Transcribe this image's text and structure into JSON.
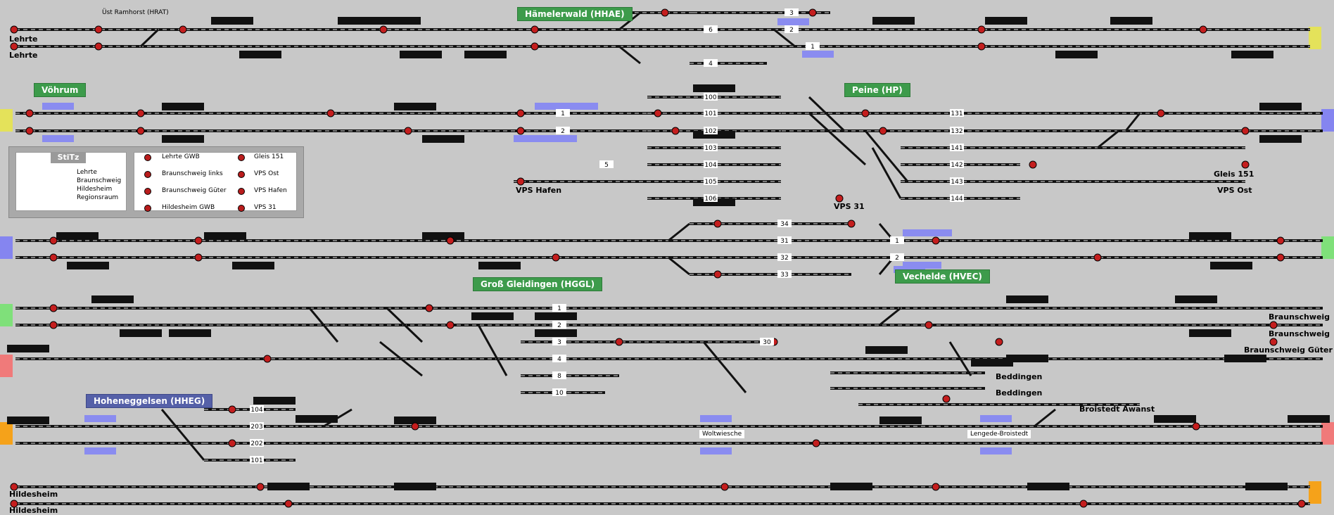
{
  "colors": {
    "background": "#c8c8c8",
    "track": "#111111",
    "station_box": "#3d9b4b",
    "station_box_alt": "#5560a8",
    "signal_red": "#c41e1e",
    "block_overlay": "#8a8cf0",
    "yellow_end": "#e4e25a",
    "green_end": "#7fe07a",
    "red_end": "#f07a7a",
    "orange_end": "#f5a21a",
    "purple_end": "#8585f0"
  },
  "stations": {
    "ramhorst": "Üst Ramhorst (HRAT)",
    "haemelerwald": "Hämelerwald (HHAE)",
    "vohrum": "Vöhrum",
    "peine": "Peine (HP)",
    "gross_gleidingen": "Groß Gleidingen (HGGL)",
    "vechelde": "Vechelde (HVEC)",
    "hoheneggelsen": "Hoheneggelsen (HHEG)"
  },
  "destinations": {
    "lehrte_1": "Lehrte",
    "lehrte_2": "Lehrte",
    "vps_hafen": "VPS Hafen",
    "vps_31": "VPS 31",
    "gleis_151": "Gleis 151",
    "vps_ost": "VPS Ost",
    "braunschweig_1": "Braunschweig",
    "braunschweig_2": "Braunschweig",
    "braunschweig_gueter": "Braunschweig Güter",
    "beddingen_1": "Beddingen",
    "beddingen_2": "Beddingen",
    "broistedt_awanst": "Broistedt Awanst",
    "woltwiesche": "Woltwiesche",
    "lengede_broistedt": "Lengede-Broistedt",
    "hildesheim_1": "Hildesheim",
    "hildesheim_2": "Hildesheim"
  },
  "track_numbers": {
    "haemelerwald": [
      "3",
      "2",
      "1",
      "6",
      "4"
    ],
    "peine": [
      "100",
      "101",
      "102",
      "103",
      "104",
      "105",
      "106",
      "131",
      "132",
      "141",
      "142",
      "143",
      "144",
      "1",
      "2",
      "5"
    ],
    "vechelde": [
      "34",
      "31",
      "32",
      "33",
      "1",
      "2"
    ],
    "gross_gleidingen": [
      "1",
      "2",
      "3",
      "4",
      "8",
      "10",
      "30"
    ],
    "hoheneggelsen": [
      "104",
      "203",
      "202",
      "101"
    ]
  },
  "legend": {
    "title": "StiTz",
    "left_items": [
      "Lehrte",
      "Braunschweig",
      "Hildesheim",
      "Regionsraum"
    ],
    "middle_items": [
      "Lehrte GWB",
      "Braunschweig links",
      "Braunschweig Güter",
      "Hildesheim GWB"
    ],
    "right_items": [
      "Gleis 151",
      "VPS Ost",
      "VPS Hafen",
      "VPS 31"
    ]
  }
}
